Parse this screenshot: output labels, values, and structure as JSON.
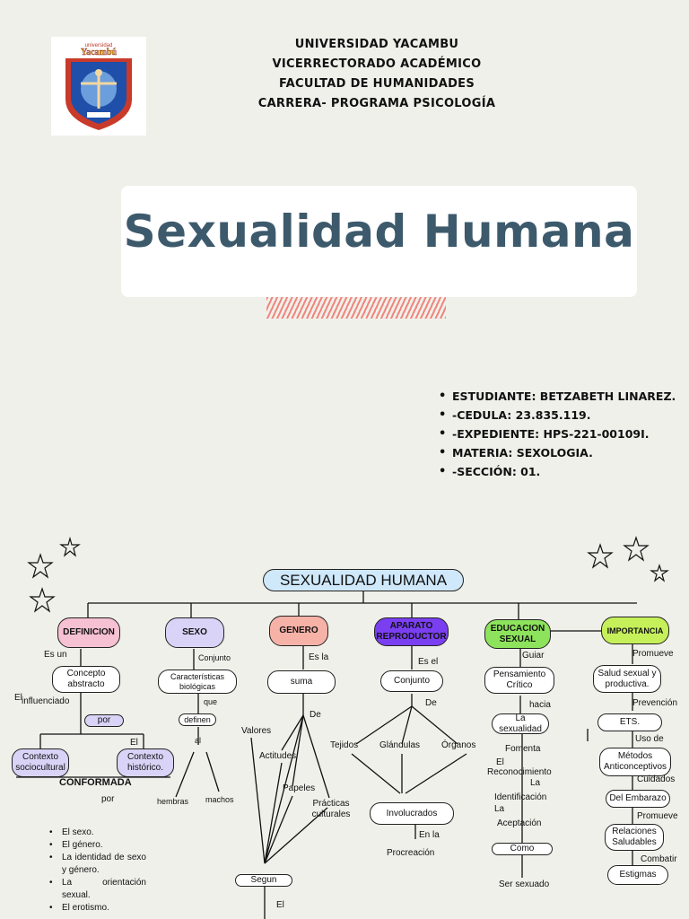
{
  "header": {
    "lines": [
      "UNIVERSIDAD YACAMBU",
      "VICERRECTORADO ACADÉMICO",
      "FACULTAD DE HUMANIDADES",
      "CARRERA- PROGRAMA PSICOLOGÍA"
    ]
  },
  "title": "Sexualidad Humana",
  "student_info": [
    "ESTUDIANTE: BETZABETH LINAREZ.",
    "-CEDULA: 23.835.119.",
    "-EXPEDIENTE: HPS-221-00109I.",
    "MATERIA: SEXOLOGIA.",
    "-SECCIÓN: 01."
  ],
  "colors": {
    "title": "#3d5a6c",
    "definicion": "#f6c1d3",
    "sexo": "#d9d3f7",
    "genero": "#f7b2a8",
    "aparato": "#7b3ff2",
    "educacion": "#8de35b",
    "importancia": "#c6f05a",
    "contexto": "#d9d3f7"
  },
  "map": {
    "root": "SEXUALIDAD HUMANA",
    "categories": {
      "definicion": "DEFINICION",
      "sexo": "SEXO",
      "genero": "GENERO",
      "aparato": "APARATO REPRODUCTOR",
      "educacion": "EDUCACION SEXUAL",
      "importancia": "IMPORTANCIA"
    },
    "definicion": {
      "es_un": "Es un",
      "concepto": "Concepto abstracto",
      "el": "El",
      "influenciado": "influenciado",
      "por": "por",
      "el2": "El",
      "contexto_socio": "Contexto sociocultural",
      "contexto_hist": "Contexto histórico.",
      "conformada": "CONFORMADA",
      "por2": "por",
      "items": [
        "El sexo.",
        "El género.",
        "La identidad de sexo y género.",
        "La orientación sexual.",
        "El erotismo."
      ]
    },
    "sexo": {
      "conjunto": "Conjunto",
      "caracteristicas": "Características biológicas",
      "que": "que",
      "definen": "definen",
      "al": "al",
      "hembras": "hembras",
      "machos": "machos"
    },
    "genero": {
      "es_la": "Es la",
      "suma": "suma",
      "de": "De",
      "valores": "Valores",
      "actitudes": "Actitudes",
      "papeles": "Papeles",
      "practicas": "Prácticas culturales",
      "segun": "Segun",
      "el": "El"
    },
    "aparato": {
      "es_el": "Es el",
      "conjunto": "Conjunto",
      "de": "De",
      "tejidos": "Tejidos",
      "glandulas": "Glándulas",
      "organos": "Órganos",
      "involucrados": "Involucrados",
      "en_la": "En la",
      "procreacion": "Procreación"
    },
    "educacion": {
      "guiar": "Guiar",
      "pensamiento": "Pensamiento Crítico",
      "hacia": "hacia",
      "la_sexualidad": "La sexualidad",
      "fomenta": "Fomenta",
      "el": "El",
      "reconocimiento": "Reconocimiento",
      "la1": "La",
      "identificacion": "Identificación",
      "la2": "La",
      "aceptacion": "Aceptación",
      "como": "Como",
      "ser_sexuado": "Ser sexuado"
    },
    "importancia": {
      "promueve": "Promueve",
      "salud": "Salud sexual y productiva.",
      "prevencion": "Prevención",
      "ets": "ETS.",
      "uso_de": "Uso de",
      "metodos": "Métodos Anticonceptivos",
      "cuidados": "Cuidados",
      "embarazo": "Del Embarazo",
      "promueve2": "Promueve",
      "relaciones": "Relaciones Saludables",
      "combatir": "Combatir",
      "estigmas": "Estigmas"
    }
  }
}
